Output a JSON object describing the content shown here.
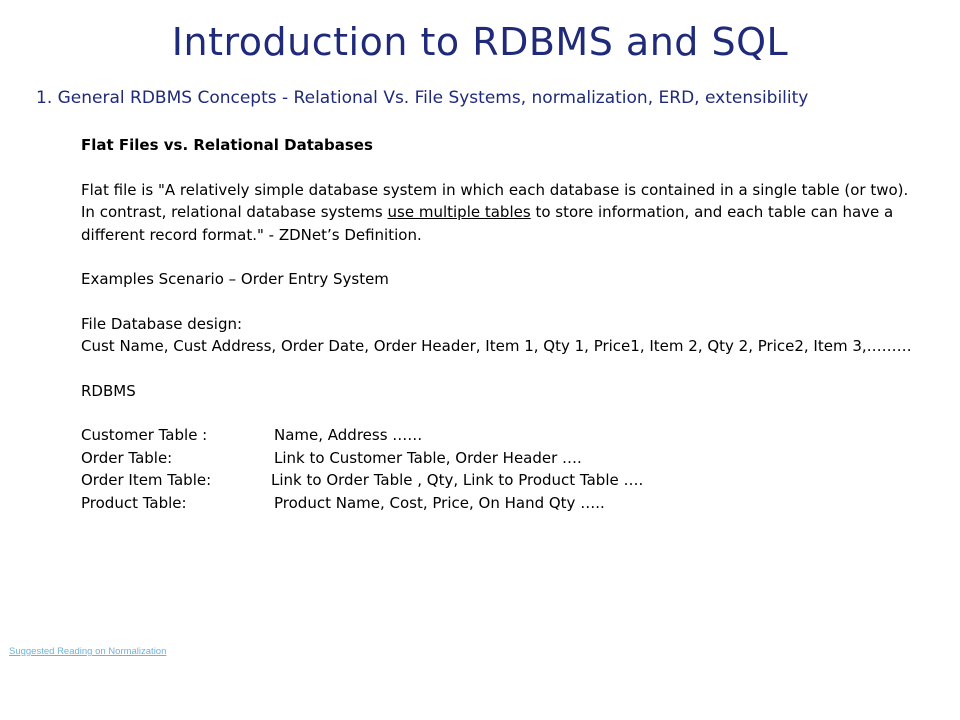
{
  "slide": {
    "title": "Introduction to RDBMS and SQL",
    "subtitle": "1. General RDBMS Concepts - Relational Vs. File Systems, normalization, ERD, extensibility",
    "section_title": "Flat Files vs. Relational Databases",
    "definition": {
      "part1": "Flat file is \"A relatively simple database system in which each database is contained in a single table (or two). In contrast, relational database systems ",
      "underlined": "use multiple tables",
      "part2": " to store information, and each table can have a different record format.\"  - ZDNet’s Definition."
    },
    "scenario": "Examples Scenario – Order Entry System",
    "file_db_label": "File Database design:",
    "file_db_fields": "Cust Name, Cust Address, Order Date, Order Header, Item 1,  Qty 1, Price1, Item 2, Qty 2, Price2,  Item 3,………",
    "rdbms_label": "RDBMS",
    "tables": [
      {
        "name": "Customer Table :",
        "fields": "Name, Address ……"
      },
      {
        "name": "Order Table:",
        "fields": "Link to Customer Table, Order Header …."
      },
      {
        "name": "Order Item Table:",
        "fields": "Link to Order Table ,  Qty, Link to Product Table …."
      },
      {
        "name": "Product Table:",
        "fields": "Product Name, Cost, Price, On Hand Qty ….."
      }
    ],
    "link_text": "Suggested  Reading on Normalization"
  },
  "colors": {
    "title": "#1f2a7a",
    "link": "#6fb3d9",
    "text": "#000000"
  }
}
